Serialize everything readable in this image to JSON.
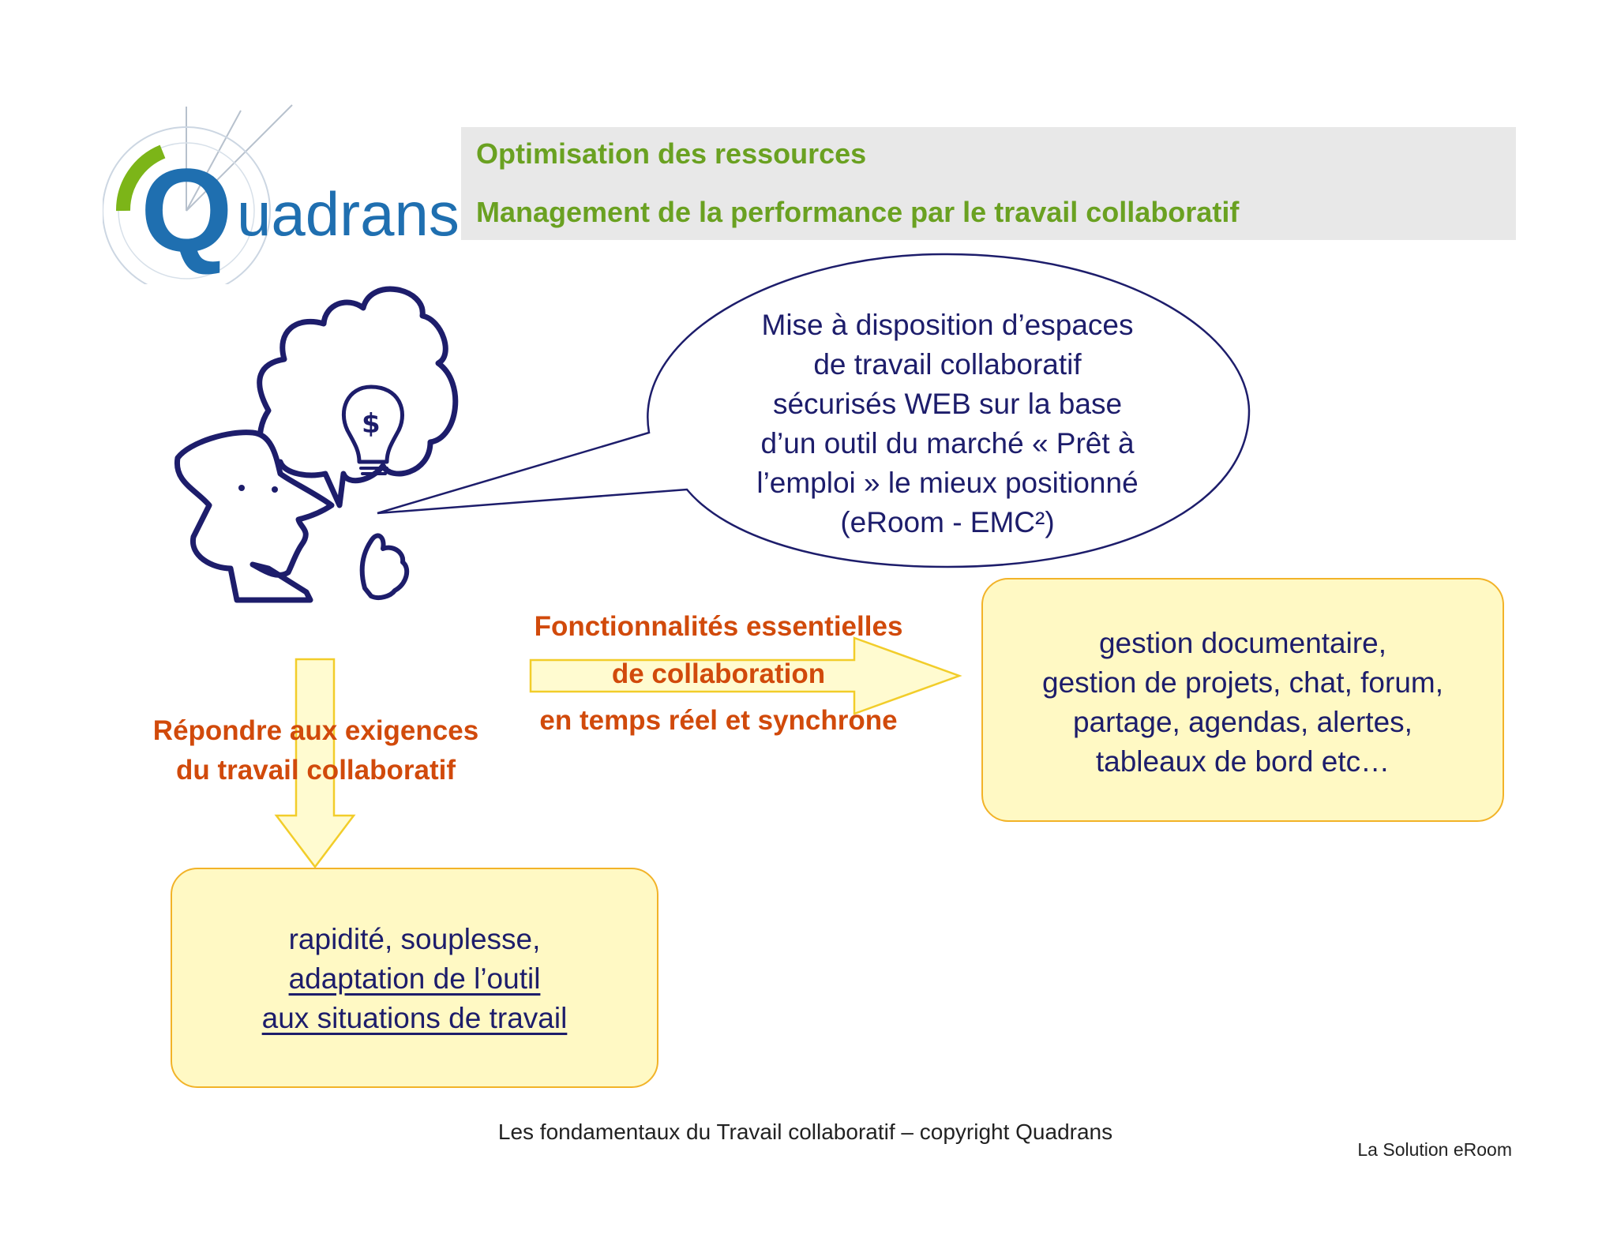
{
  "header": {
    "line1": "Optimisation des ressources",
    "line2": "Management de la performance par le travail collaboratif"
  },
  "logo": {
    "brand_text": "uadrans",
    "brand_initial": "Q",
    "colors": {
      "blue": "#1f6fb0",
      "green": "#7cb518"
    }
  },
  "bubble": {
    "lines": [
      "Mise à disposition d’espaces",
      "de travail collaboratif",
      "sécurisés WEB sur la base",
      "d’un outil du marché « Prêt à",
      "l’emploi » le mieux positionné",
      "(eRoom - EMC²)"
    ]
  },
  "functionalities": {
    "line1": "Fonctionnalités essentielles",
    "line2": "de collaboration",
    "line3": "en temps réel et synchrone"
  },
  "requirements": {
    "line1": "Répondre aux exigences",
    "line2": "du travail collaboratif"
  },
  "features_box": {
    "lines": [
      "gestion documentaire,",
      "gestion de projets, chat, forum,",
      "partage, agendas, alertes,",
      "tableaux de bord etc…"
    ]
  },
  "benefits_box": {
    "line1": "rapidité, souplesse,",
    "line2": "adaptation de l’outil",
    "line3": "aux situations de travail"
  },
  "footer": {
    "center": "Les fondamentaux du Travail collaboratif – copyright Quadrans",
    "right": "La Solution eRoom"
  },
  "colors": {
    "accent_green": "#6aa121",
    "text_navy": "#1d1d6b",
    "label_orange": "#d14a0b",
    "box_fill": "#fff9c4",
    "box_border": "#f2b328"
  }
}
